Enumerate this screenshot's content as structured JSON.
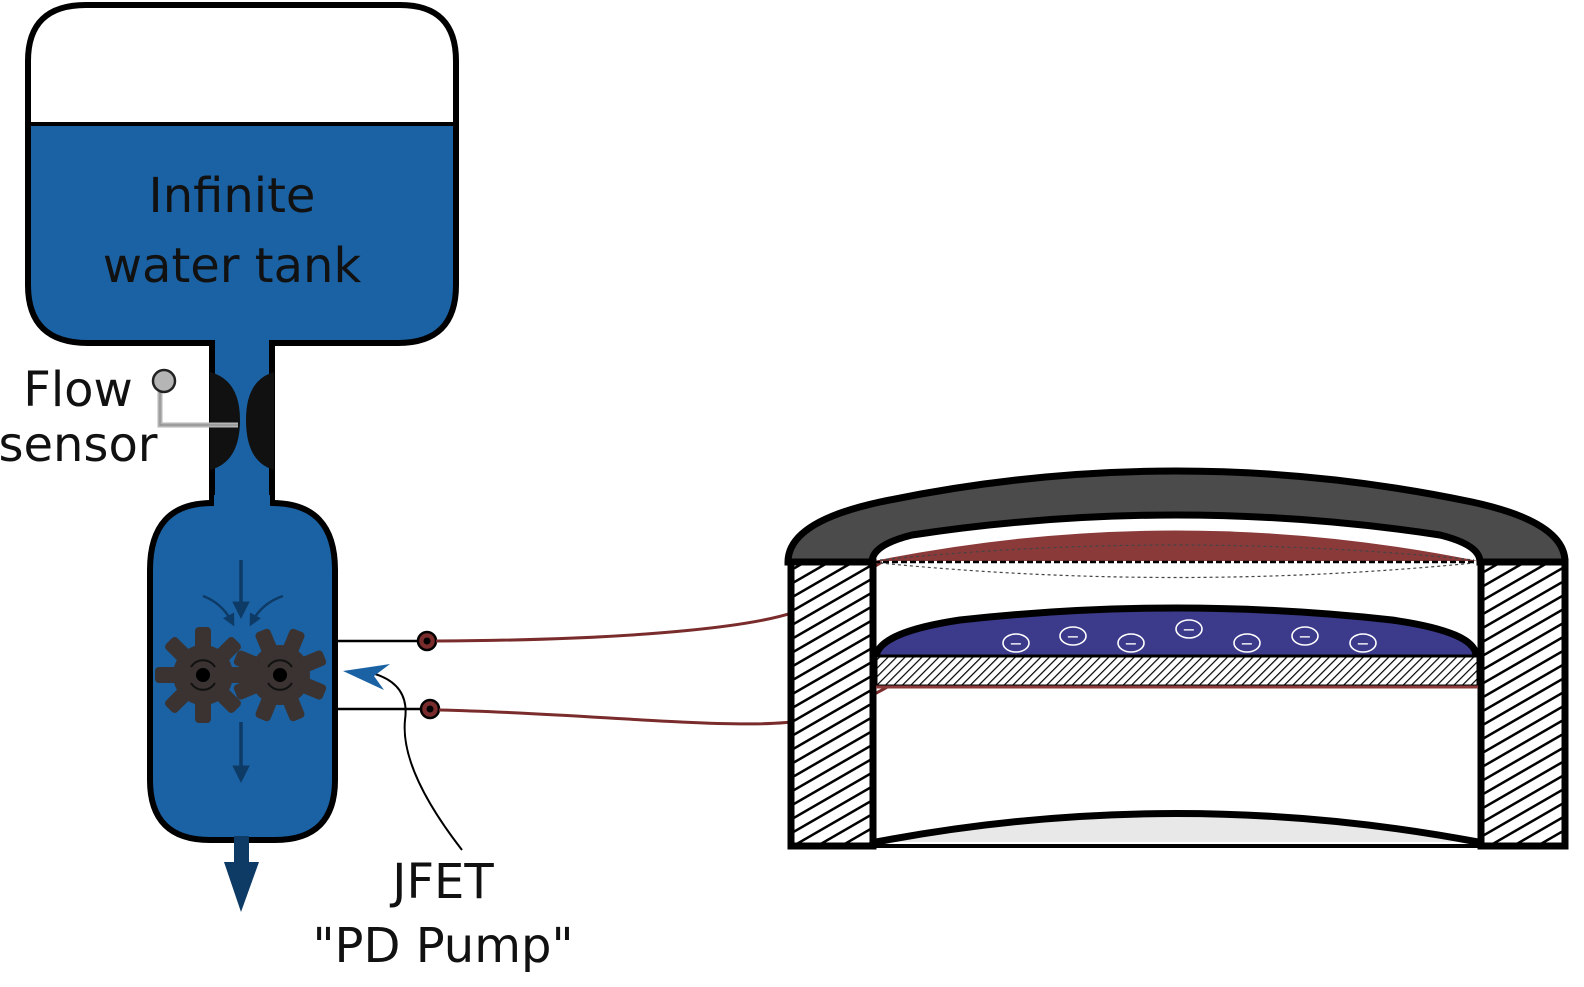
{
  "labels": {
    "tank_line1": "Infinite",
    "tank_line2": "water tank",
    "sensor_line1": "Flow",
    "sensor_line2": "sensor",
    "jfet_line1": "JFET",
    "jfet_line2": "\"PD Pump\""
  },
  "colors": {
    "water": "#1b62a4",
    "outline": "#000000",
    "gear": "#3a3331",
    "arrow_dark": "#0e3a66",
    "wire": "#7a2c2c",
    "membrane": "#8b3a3a",
    "dome": "#4b4b4b",
    "charge_layer": "#3c3a8a",
    "sensor_probe": "#b5b5b5"
  },
  "charges": {
    "symbol": "−",
    "count": 7
  }
}
